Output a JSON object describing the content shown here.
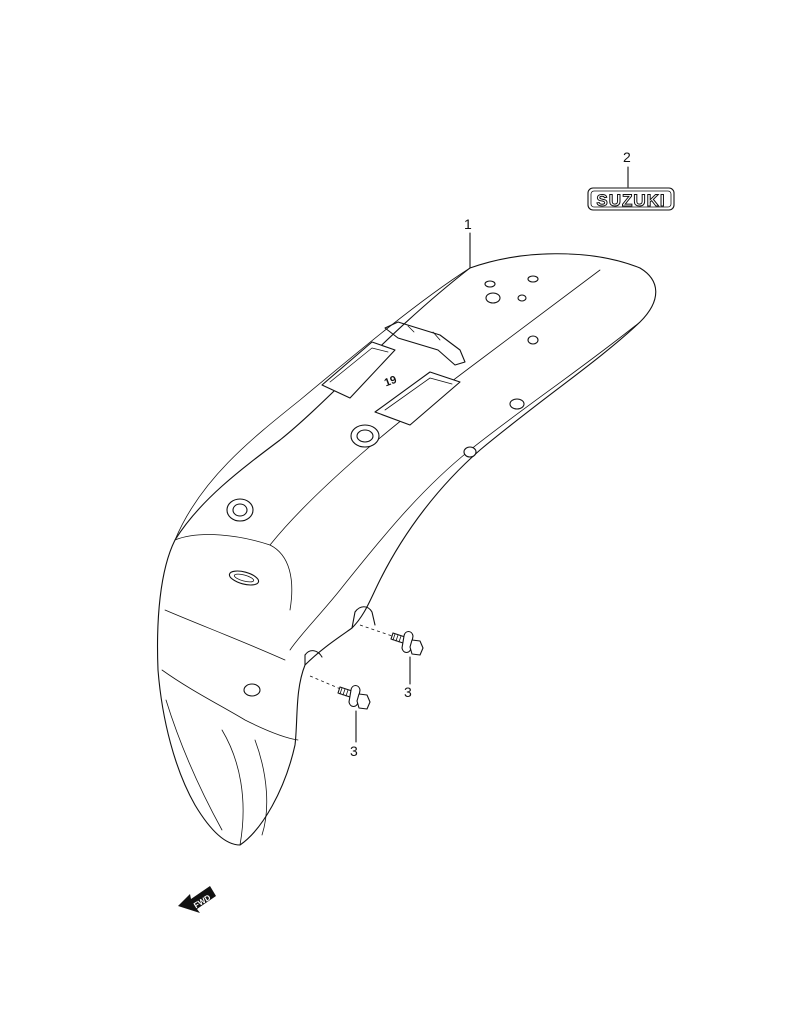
{
  "diagram": {
    "parts": [
      {
        "number": "1",
        "name": "rear-fender"
      },
      {
        "number": "2",
        "name": "emblem"
      },
      {
        "number": "3",
        "name": "bolt"
      },
      {
        "number": "3",
        "name": "bolt"
      }
    ],
    "emblem_text": "SUZUKI",
    "direction_indicator": "FWD"
  }
}
